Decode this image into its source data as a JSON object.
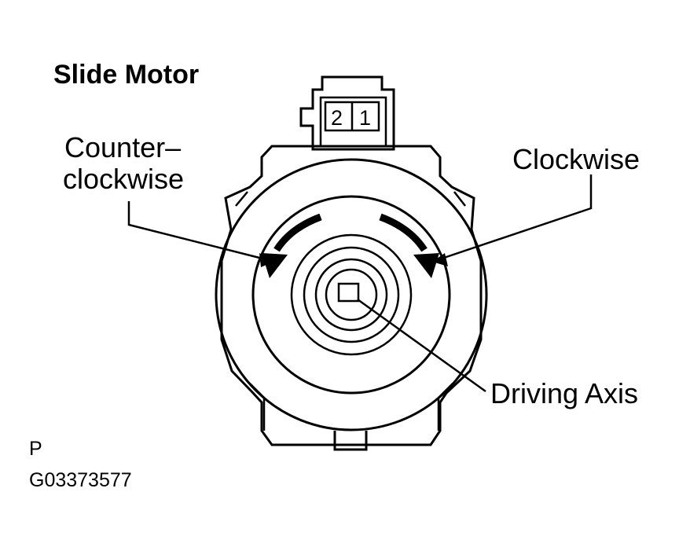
{
  "title": "Slide Motor",
  "connector": {
    "pin_left": "2",
    "pin_right": "1"
  },
  "labels": {
    "counter_line1": "Counter–",
    "counter_line2": "clockwise",
    "clockwise": "Clockwise",
    "driving_axis": "Driving Axis"
  },
  "footer": {
    "marker": "P",
    "code": "G03373577"
  },
  "colors": {
    "ink": "#000000",
    "background": "#ffffff"
  }
}
